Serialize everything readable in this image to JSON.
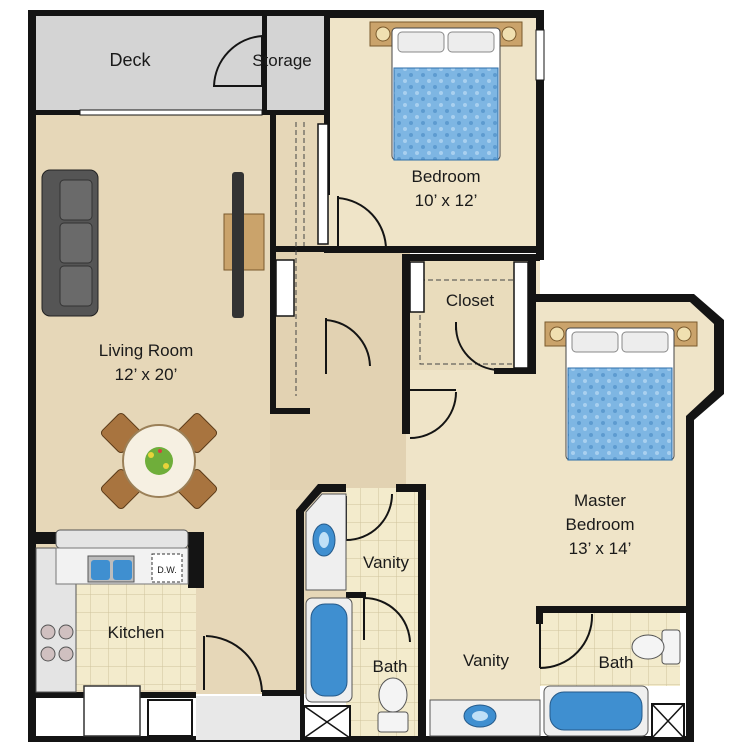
{
  "colors": {
    "floor": "#e6d7b8",
    "wet": "#f1e5c2",
    "tile": "#f3ebcc",
    "deck": "#d4d4d4",
    "wall": "#141414",
    "water": "#3f8fd0",
    "quilt": "#7eb6e3",
    "wood": "#caa36b",
    "sofa": "#555555"
  },
  "rooms": {
    "deck": "Deck",
    "storage": "Storage",
    "bedroom": {
      "name": "Bedroom",
      "size": "10’ x 12’"
    },
    "living": {
      "name": "Living Room",
      "size": "12’ x 20’"
    },
    "closet": "Closet",
    "master": {
      "name": "Master",
      "name2": "Bedroom",
      "size": "13’ x 14’"
    },
    "vanity_hall": "Vanity",
    "bath_hall": "Bath",
    "kitchen": "Kitchen",
    "vanity_master": "Vanity",
    "bath_master": "Bath",
    "dishwasher": "D.W."
  },
  "icons": [
    "bed-icon",
    "sofa-icon",
    "tv-icon",
    "dining-table-icon",
    "sink-icon",
    "stove-icon",
    "bathtub-icon",
    "toilet-icon",
    "door-swing-icon",
    "nightstand-icon",
    "plant-icon"
  ]
}
